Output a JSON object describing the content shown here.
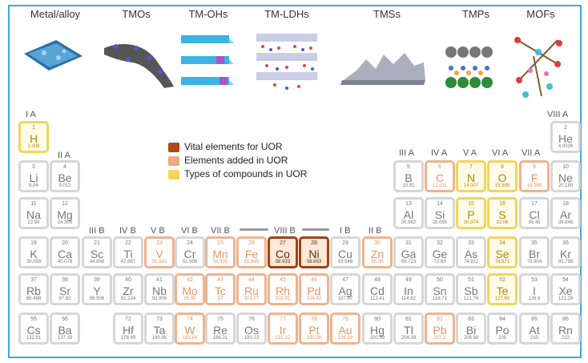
{
  "categories": [
    {
      "label": "Metal/alloy"
    },
    {
      "label": "TMOs"
    },
    {
      "label": "TM-OHs"
    },
    {
      "label": "TM-LDHs"
    },
    {
      "label": "TMSs"
    },
    {
      "label": "TMPs"
    },
    {
      "label": "MOFs"
    }
  ],
  "legend": {
    "vital": "Vital elements for UOR",
    "added": "Elements added in UOR",
    "types": "Types of compounds in UOR",
    "colors": {
      "vital": "#b04a14",
      "added": "#f2a882",
      "types": "#f7d35b"
    }
  },
  "groups": {
    "g1": "I A",
    "g2": "II A",
    "g3": "III B",
    "g4": "IV B",
    "g5": "V B",
    "g6": "VI B",
    "g7": "VII B",
    "g8": "VIII B",
    "g11": "I B",
    "g12": "II B",
    "g13": "III A",
    "g14": "IV A",
    "g15": "V A",
    "g16": "VI A",
    "g17": "VII A",
    "g18": "VIII A"
  },
  "elements": [
    {
      "num": "1",
      "sym": "H",
      "mass": "1.008",
      "cls": "type"
    },
    {
      "num": "2",
      "sym": "He",
      "mass": "4.0026",
      "cls": ""
    },
    {
      "num": "3",
      "sym": "Li",
      "mass": "6.94",
      "cls": ""
    },
    {
      "num": "4",
      "sym": "Be",
      "mass": "9.012",
      "cls": ""
    },
    {
      "num": "5",
      "sym": "B",
      "mass": "10.81",
      "cls": ""
    },
    {
      "num": "6",
      "sym": "C",
      "mass": "12.011",
      "cls": "added"
    },
    {
      "num": "7",
      "sym": "N",
      "mass": "14.007",
      "cls": "type"
    },
    {
      "num": "8",
      "sym": "O",
      "mass": "15.999",
      "cls": "type"
    },
    {
      "num": "9",
      "sym": "F",
      "mass": "18.998",
      "cls": "added"
    },
    {
      "num": "10",
      "sym": "Ne",
      "mass": "20.180",
      "cls": ""
    },
    {
      "num": "11",
      "sym": "Na",
      "mass": "22.99",
      "cls": ""
    },
    {
      "num": "12",
      "sym": "Mg",
      "mass": "24.305",
      "cls": ""
    },
    {
      "num": "13",
      "sym": "Al",
      "mass": "26.982",
      "cls": ""
    },
    {
      "num": "14",
      "sym": "Si",
      "mass": "28.085",
      "cls": ""
    },
    {
      "num": "15",
      "sym": "P",
      "mass": "30.974",
      "cls": "type"
    },
    {
      "num": "16",
      "sym": "S",
      "mass": "32.06",
      "cls": "type"
    },
    {
      "num": "17",
      "sym": "Cl",
      "mass": "35.45",
      "cls": ""
    },
    {
      "num": "18",
      "sym": "Ar",
      "mass": "39.948",
      "cls": ""
    },
    {
      "num": "19",
      "sym": "K",
      "mass": "39.098",
      "cls": ""
    },
    {
      "num": "20",
      "sym": "Ca",
      "mass": "40.078",
      "cls": ""
    },
    {
      "num": "21",
      "sym": "Sc",
      "mass": "44.956",
      "cls": ""
    },
    {
      "num": "22",
      "sym": "Ti",
      "mass": "47.867",
      "cls": ""
    },
    {
      "num": "23",
      "sym": "V",
      "mass": "50.942",
      "cls": "added"
    },
    {
      "num": "24",
      "sym": "Cr",
      "mass": "51.996",
      "cls": ""
    },
    {
      "num": "25",
      "sym": "Mn",
      "mass": "54.938",
      "cls": "added"
    },
    {
      "num": "26",
      "sym": "Fe",
      "mass": "55.845",
      "cls": "added"
    },
    {
      "num": "27",
      "sym": "Co",
      "mass": "58.933",
      "cls": "vital"
    },
    {
      "num": "28",
      "sym": "Ni",
      "mass": "58.693",
      "cls": "vital"
    },
    {
      "num": "29",
      "sym": "Cu",
      "mass": "63.546",
      "cls": ""
    },
    {
      "num": "30",
      "sym": "Zn",
      "mass": "65.38",
      "cls": "added"
    },
    {
      "num": "31",
      "sym": "Ga",
      "mass": "69.723",
      "cls": ""
    },
    {
      "num": "32",
      "sym": "Ge",
      "mass": "72.63",
      "cls": ""
    },
    {
      "num": "33",
      "sym": "As",
      "mass": "74.922",
      "cls": ""
    },
    {
      "num": "34",
      "sym": "Se",
      "mass": "78.971",
      "cls": "type"
    },
    {
      "num": "35",
      "sym": "Br",
      "mass": "79.904",
      "cls": ""
    },
    {
      "num": "36",
      "sym": "Kr",
      "mass": "83.798",
      "cls": ""
    },
    {
      "num": "37",
      "sym": "Rb",
      "mass": "85.468",
      "cls": ""
    },
    {
      "num": "38",
      "sym": "Sr",
      "mass": "87.62",
      "cls": ""
    },
    {
      "num": "39",
      "sym": "Y",
      "mass": "88.906",
      "cls": ""
    },
    {
      "num": "40",
      "sym": "Zr",
      "mass": "91.224",
      "cls": ""
    },
    {
      "num": "41",
      "sym": "Nb",
      "mass": "92.906",
      "cls": ""
    },
    {
      "num": "42",
      "sym": "Mo",
      "mass": "95.95",
      "cls": "added"
    },
    {
      "num": "43",
      "sym": "Tc",
      "mass": "97",
      "cls": "added"
    },
    {
      "num": "44",
      "sym": "Ru",
      "mass": "101.07",
      "cls": "added"
    },
    {
      "num": "45",
      "sym": "Rh",
      "mass": "102.91",
      "cls": "added"
    },
    {
      "num": "46",
      "sym": "Pd",
      "mass": "106.42",
      "cls": "added"
    },
    {
      "num": "47",
      "sym": "Ag",
      "mass": "107.87",
      "cls": ""
    },
    {
      "num": "48",
      "sym": "Cd",
      "mass": "112.41",
      "cls": ""
    },
    {
      "num": "49",
      "sym": "In",
      "mass": "114.82",
      "cls": ""
    },
    {
      "num": "50",
      "sym": "Sn",
      "mass": "118.71",
      "cls": ""
    },
    {
      "num": "51",
      "sym": "Sb",
      "mass": "121.76",
      "cls": ""
    },
    {
      "num": "52",
      "sym": "Te",
      "mass": "127.60",
      "cls": "type"
    },
    {
      "num": "53",
      "sym": "I",
      "mass": "126.9",
      "cls": ""
    },
    {
      "num": "54",
      "sym": "Xe",
      "mass": "131.29",
      "cls": ""
    },
    {
      "num": "55",
      "sym": "Cs",
      "mass": "132.91",
      "cls": ""
    },
    {
      "num": "56",
      "sym": "Ba",
      "mass": "137.33",
      "cls": ""
    },
    {
      "num": "72",
      "sym": "Hf",
      "mass": "178.49",
      "cls": ""
    },
    {
      "num": "73",
      "sym": "Ta",
      "mass": "180.95",
      "cls": ""
    },
    {
      "num": "74",
      "sym": "W",
      "mass": "183.84",
      "cls": "added"
    },
    {
      "num": "75",
      "sym": "Re",
      "mass": "186.21",
      "cls": ""
    },
    {
      "num": "76",
      "sym": "Os",
      "mass": "190.23",
      "cls": ""
    },
    {
      "num": "77",
      "sym": "Ir",
      "mass": "192.22",
      "cls": "added"
    },
    {
      "num": "78",
      "sym": "Pt",
      "mass": "195.08",
      "cls": "added"
    },
    {
      "num": "79",
      "sym": "Au",
      "mass": "196.59",
      "cls": "added"
    },
    {
      "num": "80",
      "sym": "Hg",
      "mass": "200.59",
      "cls": ""
    },
    {
      "num": "81",
      "sym": "Tl",
      "mass": "204.38",
      "cls": ""
    },
    {
      "num": "82",
      "sym": "Pb",
      "mass": "207.2",
      "cls": "added"
    },
    {
      "num": "83",
      "sym": "Bi",
      "mass": "208.98",
      "cls": ""
    },
    {
      "num": "84",
      "sym": "Po",
      "mass": "209",
      "cls": ""
    },
    {
      "num": "85",
      "sym": "At",
      "mass": "210",
      "cls": ""
    },
    {
      "num": "86",
      "sym": "Rn",
      "mass": "222",
      "cls": ""
    }
  ]
}
